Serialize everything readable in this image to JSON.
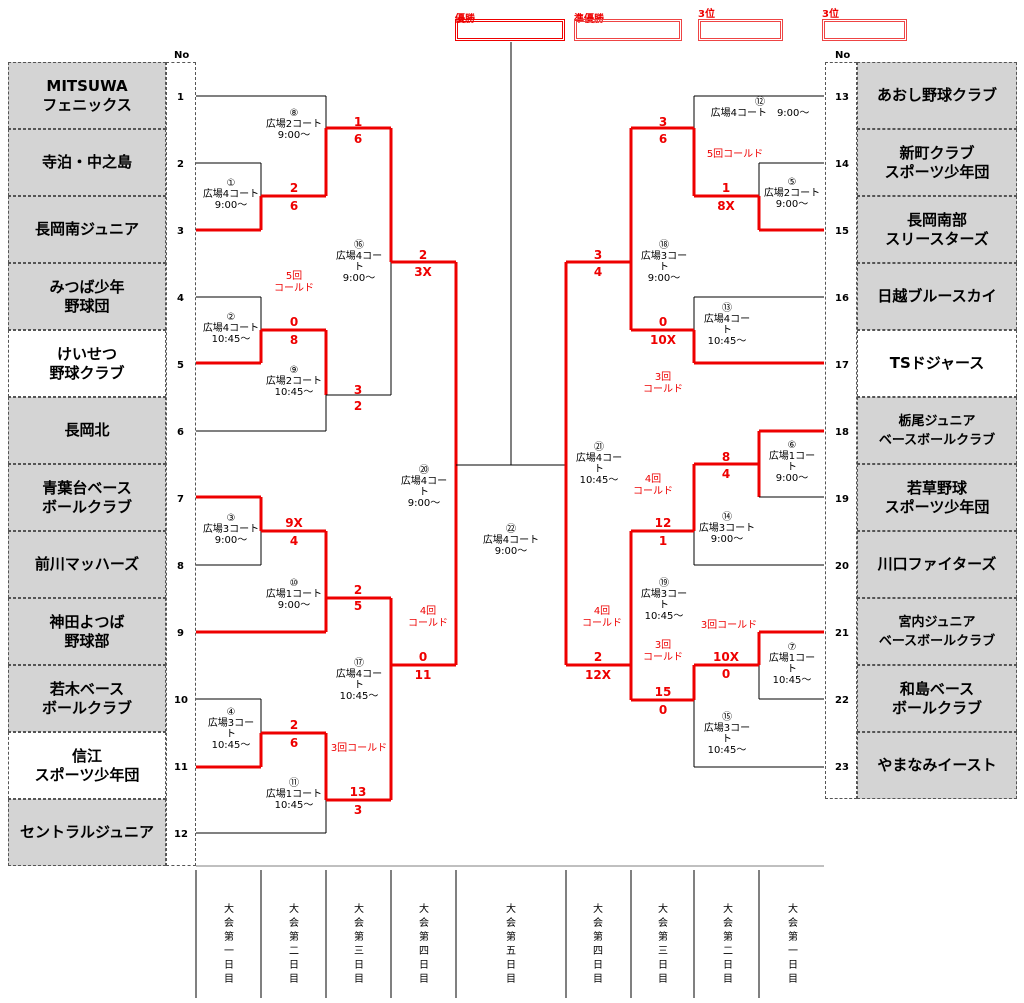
{
  "no_header": "No",
  "placements": [
    "優勝",
    "準優勝",
    "3位",
    "3位"
  ],
  "left_teams": [
    {
      "no": "1",
      "name": "MITSUWA\nフェニックス"
    },
    {
      "no": "2",
      "name": "寺泊・中之島"
    },
    {
      "no": "3",
      "name": "長岡南ジュニア"
    },
    {
      "no": "4",
      "name": "みつば少年\n野球団"
    },
    {
      "no": "5",
      "name": "けいせつ\n野球クラブ"
    },
    {
      "no": "6",
      "name": "長岡北"
    },
    {
      "no": "7",
      "name": "青葉台ベース\nボールクラブ"
    },
    {
      "no": "8",
      "name": "前川マッハーズ"
    },
    {
      "no": "9",
      "name": "神田よつば\n野球部"
    },
    {
      "no": "10",
      "name": "若木ベース\nボールクラブ"
    },
    {
      "no": "11",
      "name": "信江\nスポーツ少年団"
    },
    {
      "no": "12",
      "name": "セントラルジュニア"
    }
  ],
  "right_teams": [
    {
      "no": "13",
      "name": "あおし野球クラブ"
    },
    {
      "no": "14",
      "name": "新町クラブ\nスポーツ少年団"
    },
    {
      "no": "15",
      "name": "長岡南部\nスリースターズ"
    },
    {
      "no": "16",
      "name": "日越ブルースカイ"
    },
    {
      "no": "17",
      "name": "TSドジャース"
    },
    {
      "no": "18",
      "name": "栃尾ジュニア\nベースボールクラブ"
    },
    {
      "no": "19",
      "name": "若草野球\nスポーツ少年団"
    },
    {
      "no": "20",
      "name": "川口ファイターズ"
    },
    {
      "no": "21",
      "name": "宮内ジュニア\nベースボールクラブ"
    },
    {
      "no": "22",
      "name": "和島ベース\nボールクラブ"
    },
    {
      "no": "23",
      "name": "やまなみイースト"
    }
  ],
  "games": [
    {
      "id": "g1",
      "text": "①\n広場4コート\n9:00～"
    },
    {
      "id": "g2",
      "text": "②\n広場4コート\n10:45～"
    },
    {
      "id": "g3",
      "text": "③\n広場3コート\n9:00～"
    },
    {
      "id": "g4",
      "text": "④\n広場3コー\nト\n10:45～"
    },
    {
      "id": "g8",
      "text": "⑧\n広場2コート\n9:00～"
    },
    {
      "id": "g9",
      "text": "⑨\n広場2コート\n10:45～"
    },
    {
      "id": "g10",
      "text": "⑩\n広場1コート\n9:00～"
    },
    {
      "id": "g11",
      "text": "⑪\n広場1コート\n10:45～"
    },
    {
      "id": "g16",
      "text": "⑯\n広場4コー\nト\n9:00～"
    },
    {
      "id": "g17",
      "text": "⑰\n広場4コー\nト\n10:45～"
    },
    {
      "id": "g20",
      "text": "⑳\n広場4コー\nト\n9:00～"
    },
    {
      "id": "g22",
      "text": "㉒\n広場4コート\n9:00～"
    },
    {
      "id": "g21",
      "text": "㉑\n広場4コー\nト\n10:45～"
    },
    {
      "id": "g18",
      "text": "⑱\n広場3コー\nト\n9:00～"
    },
    {
      "id": "g19",
      "text": "⑲\n広場3コー\nト\n10:45～"
    },
    {
      "id": "g12",
      "text": "⑫\n広場4コート　9:00～"
    },
    {
      "id": "g13",
      "text": "⑬\n広場4コー\nト\n10:45～"
    },
    {
      "id": "g14",
      "text": "⑭\n広場3コート\n9:00～"
    },
    {
      "id": "g15",
      "text": "⑮\n広場3コー\nト\n10:45～"
    },
    {
      "id": "g5",
      "text": "⑤\n広場2コート\n9:00～"
    },
    {
      "id": "g6",
      "text": "⑥\n広場1コー\nト\n9:00～"
    },
    {
      "id": "g7",
      "text": "⑦\n広場1コー\nト\n10:45～"
    }
  ],
  "scores": [
    "1",
    "6",
    "2",
    "6",
    "0",
    "8",
    "3",
    "2",
    "9X",
    "4",
    "2",
    "5",
    "2",
    "6",
    "13",
    "3",
    "2",
    "3X",
    "0",
    "11",
    "3",
    "4",
    "0",
    "10X",
    "2",
    "12X",
    "3",
    "6",
    "1",
    "8X",
    "8",
    "4",
    "12",
    "1",
    "10X",
    "0",
    "15",
    "0"
  ],
  "notes": [
    "5回\nコールド",
    "4回\nコールド",
    "3回コールド",
    "5回コールド",
    "3回\nコールド",
    "4回\nコールド",
    "4回\nコールド",
    "3回\nコールド",
    "3回コールド"
  ],
  "days": [
    "大会第一日目",
    "大会第二日目",
    "大会第三日目",
    "大会第四日目",
    "大会第五日目",
    "大会第四日目",
    "大会第三日目",
    "大会第二日目",
    "大会第一日目"
  ]
}
